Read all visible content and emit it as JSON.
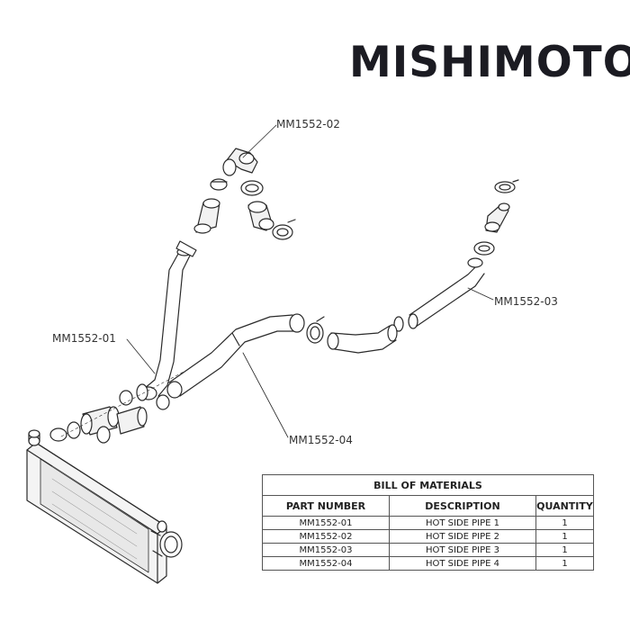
{
  "brand": "MISHIMOTO",
  "callouts": {
    "pipe_02": "MM1552-02",
    "pipe_03": "MM1552-03",
    "pipe_01": "MM1552-01",
    "pipe_04": "MM1552-04"
  },
  "bom": {
    "title": "BILL OF MATERIALS",
    "headers": [
      "PART NUMBER",
      "DESCRIPTION",
      "QUANTITY"
    ],
    "rows": [
      [
        "MM1552-01",
        "HOT SIDE PIPE 1",
        "1"
      ],
      [
        "MM1552-02",
        "HOT SIDE PIPE 2",
        "1"
      ],
      [
        "MM1552-03",
        "HOT SIDE PIPE 3",
        "1"
      ],
      [
        "MM1552-04",
        "HOT SIDE PIPE 4",
        "1"
      ]
    ]
  },
  "colors": {
    "line": "#2a2a2a",
    "brand": "#1b1b22"
  }
}
